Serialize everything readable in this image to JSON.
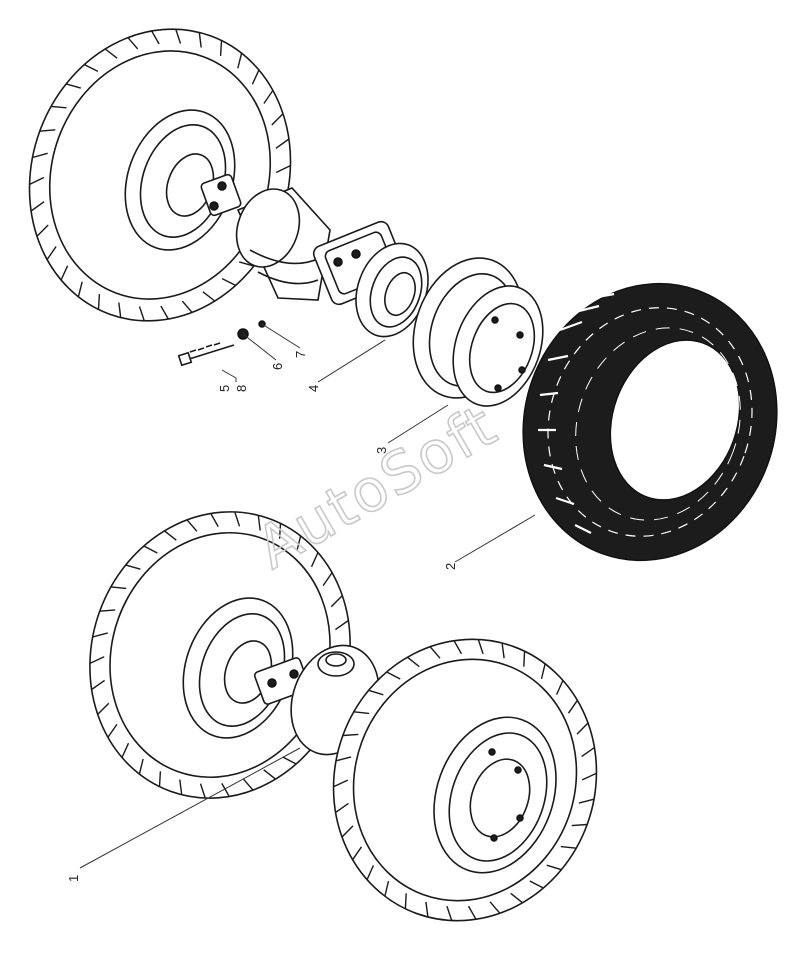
{
  "callouts": [
    {
      "id": "1",
      "label": "1"
    },
    {
      "id": "2",
      "label": "2"
    },
    {
      "id": "3",
      "label": "3"
    },
    {
      "id": "4",
      "label": "4"
    },
    {
      "id": "5",
      "label": "5"
    },
    {
      "id": "6",
      "label": "6"
    },
    {
      "id": "7",
      "label": "7"
    },
    {
      "id": "8",
      "label": "8"
    }
  ],
  "watermark": "AutoSoft"
}
